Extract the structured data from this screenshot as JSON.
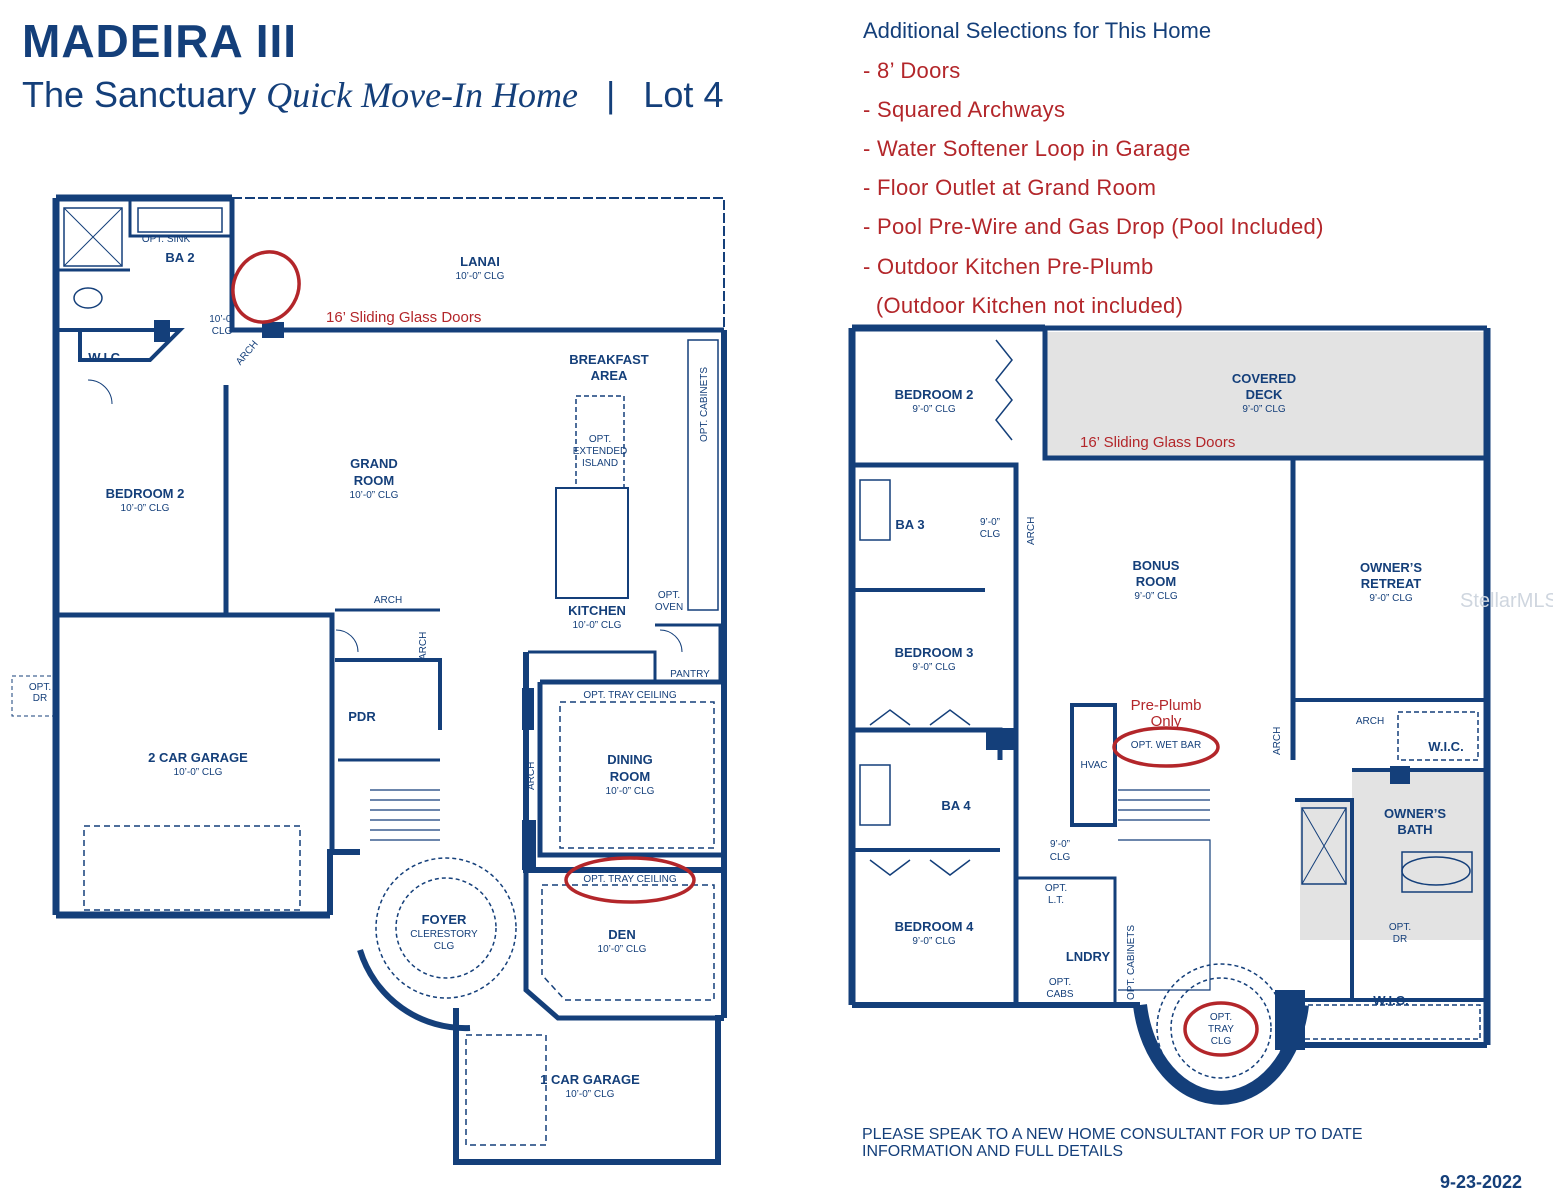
{
  "header": {
    "title": "MADEIRA III",
    "community": "The Sanctuary",
    "qmi": "Quick Move-In Home",
    "separator": "|",
    "lot": "Lot 4"
  },
  "selections": {
    "heading": "Additional Selections for This Home",
    "items": [
      "- 8’ Doors",
      "- Squared Archways",
      "- Water Softener Loop in Garage",
      "- Floor Outlet at Grand Room",
      "- Pool Pre-Wire and Gas Drop  (Pool Included)",
      "- Outdoor Kitchen Pre-Plumb",
      "  (Outdoor Kitchen not included)"
    ]
  },
  "first_floor": {
    "lanai": "LANAI",
    "lanai_clg": "10’-0” CLG",
    "ba2": "BA 2",
    "opt_sink": "OPT. SINK",
    "hall_clg_a": "10’-0”",
    "hall_clg_b": "CLG",
    "arch_hall": "ARCH",
    "wic": "W.I.C.",
    "sliding": "16’ Sliding Glass Doors",
    "breakfast_a": "BREAKFAST",
    "breakfast_b": "AREA",
    "opt_cabinets": "OPT. CABINETS",
    "grand_a": "GRAND",
    "grand_b": "ROOM",
    "grand_clg": "10’-0” CLG",
    "island_a": "OPT.",
    "island_b": "EXTENDED",
    "island_c": "ISLAND",
    "bedroom2": "BEDROOM 2",
    "bedroom2_clg": "10’-0” CLG",
    "arch_top": "ARCH",
    "arch_side": "ARCH",
    "opt_oven_a": "OPT.",
    "opt_oven_b": "OVEN",
    "kitchen": "KITCHEN",
    "kitchen_clg": "10’-0” CLG",
    "pantry": "PANTRY",
    "opt_dr_a": "OPT.",
    "opt_dr_b": "DR",
    "pdr": "PDR",
    "garage2": "2 CAR GARAGE",
    "garage2_clg": "10’-0” CLG",
    "tray_dining": "OPT. TRAY CEILING",
    "dining_a": "DINING",
    "dining_b": "ROOM",
    "dining_clg": "10’-0” CLG",
    "arch_dining": "ARCH",
    "tray_den": "OPT. TRAY CEILING",
    "foyer_a": "FOYER",
    "foyer_b": "CLERESTORY",
    "foyer_c": "CLG",
    "den": "DEN",
    "den_clg": "10’-0” CLG",
    "garage1": "1 CAR GARAGE",
    "garage1_clg": "10’-0” CLG"
  },
  "second_floor": {
    "covered_a": "COVERED",
    "covered_b": "DECK",
    "covered_clg": "9’-0” CLG",
    "bedroom2": "BEDROOM 2",
    "bedroom2_clg": "9’-0” CLG",
    "sliding": "16’ Sliding Glass Doors",
    "ba3": "BA 3",
    "hall_clg_a": "9’-0”",
    "hall_clg_b": "CLG",
    "arch_hall": "ARCH",
    "bonus_a": "BONUS",
    "bonus_b": "ROOM",
    "bonus_clg": "9’-0” CLG",
    "owners_a": "OWNER’S",
    "owners_b": "RETREAT",
    "owners_clg": "9’-0” CLG",
    "bedroom3": "BEDROOM 3",
    "bedroom3_clg": "9’-0” CLG",
    "preplumb_a": "Pre-Plumb",
    "preplumb_b": "Only",
    "wetbar": "OPT. WET BAR",
    "hvac": "HVAC",
    "arch_owner": "ARCH",
    "arch_wic": "ARCH",
    "wic_top": "W.I.C.",
    "ba4": "BA 4",
    "bath_a": "OWNER’S",
    "bath_b": "BATH",
    "clg2_a": "9’-0”",
    "clg2_b": "CLG",
    "optlt_a": "OPT.",
    "optlt_b": "L.T.",
    "bedroom4": "BEDROOM 4",
    "bedroom4_clg": "9’-0” CLG",
    "lndry": "LNDRY",
    "optcabs_a": "OPT.",
    "optcabs_b": "CABS",
    "optcabinets": "OPT. CABINETS",
    "optdr_a": "OPT.",
    "optdr_b": "DR",
    "wic_bottom": "W.I.C.",
    "tray_a": "OPT.",
    "tray_b": "TRAY",
    "tray_c": "CLG"
  },
  "watermark": "StellarMLS",
  "footer": {
    "line1": "PLEASE SPEAK TO A NEW HOME CONSULTANT FOR UP TO DATE",
    "line2": "INFORMATION AND FULL DETAILS",
    "date": "9-23-2022"
  },
  "colors": {
    "wall": "#143f7a",
    "highlight": "#b3262a",
    "shaded": "#e3e3e3"
  }
}
